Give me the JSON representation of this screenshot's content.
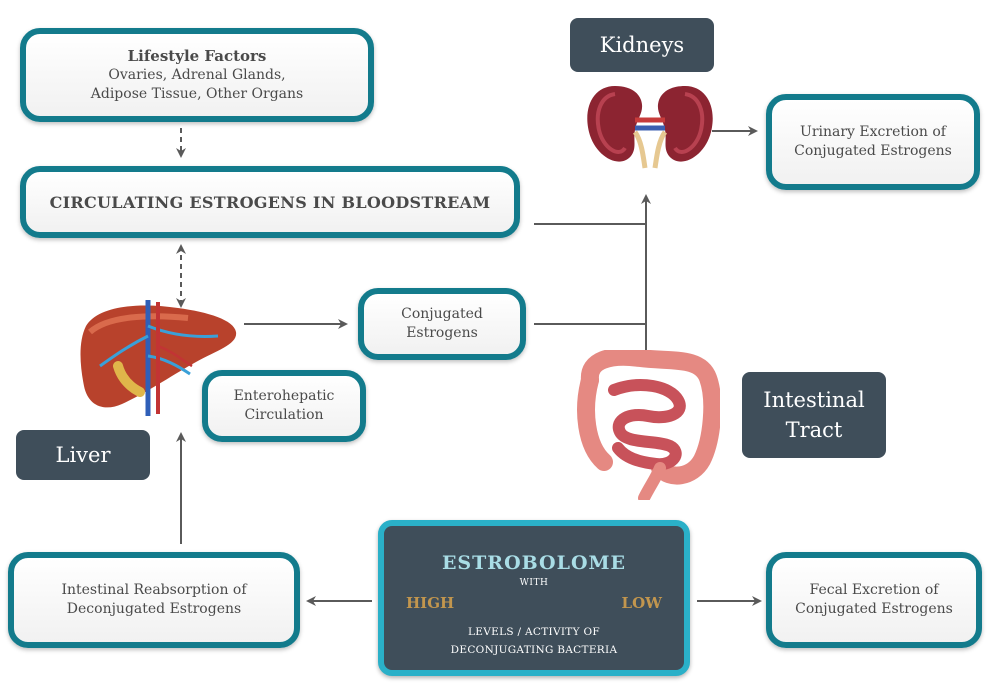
{
  "boxes": {
    "lifestyle_title": "Lifestyle Factors",
    "lifestyle_line1": "Ovaries, Adrenal Glands,",
    "lifestyle_line2": "Adipose Tissue, Other Organs",
    "circulating": "CIRCULATING ESTROGENS IN BLOODSTREAM",
    "conjugated_line1": "Conjugated",
    "conjugated_line2": "Estrogens",
    "enterohepatic_line1": "Enterohepatic",
    "enterohepatic_line2": "Circulation",
    "urinary_line1": "Urinary Excretion of",
    "urinary_line2": "Conjugated Estrogens",
    "reabsorption_line1": "Intestinal Reabsorption of",
    "reabsorption_line2": "Deconjugated Estrogens",
    "fecal_line1": "Fecal Excretion of",
    "fecal_line2": "Conjugated Estrogens"
  },
  "labels": {
    "kidneys": "Kidneys",
    "liver": "Liver",
    "intestinal_line1": "Intestinal",
    "intestinal_line2": "Tract"
  },
  "estrobolome": {
    "title": "ESTROBOLOME",
    "with": "WITH",
    "high": "HIGH",
    "low": "LOW",
    "levels_line1": "LEVELS / ACTIVITY OF",
    "levels_line2": "DECONJUGATING BACTERIA"
  },
  "colors": {
    "box_border": "#137b8c",
    "estrobolome_border": "#2ab0c8",
    "dark_fill": "#3f4e5a",
    "gold": "#c2964e",
    "arrow": "#5a5a5a"
  },
  "icons": [
    "liver-icon",
    "kidneys-icon",
    "intestines-icon"
  ]
}
